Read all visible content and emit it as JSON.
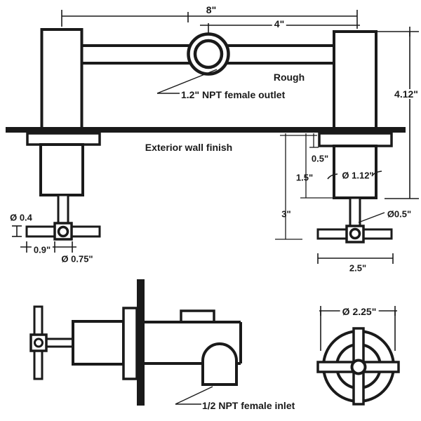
{
  "drawing": {
    "colors": {
      "ink": "#1a1a1a",
      "background": "#ffffff"
    },
    "top_view": {
      "dims": {
        "width_8": "8\"",
        "width_4": "4\"",
        "height_4_12": "4.12\"",
        "depth_0_5": "0.5\"",
        "depth_1_5": "1.5\"",
        "depth_3": "3\"",
        "dia_1_12": "Ø 1.12\"",
        "dia_0_5": "Ø0.5\"",
        "width_2_5": "2.5\"",
        "dia_0_4": "Ø 0.4",
        "width_0_9": "0.9\"",
        "dia_0_75": "Ø 0.75\""
      },
      "notes": {
        "rough": "Rough",
        "outlet": "1.2\" NPT female outlet",
        "wall": "Exterior wall finish"
      }
    },
    "side_view": {
      "notes": {
        "inlet": "1/2 NPT female inlet"
      }
    },
    "front_view": {
      "dims": {
        "dia_2_25": "Ø 2.25\""
      }
    }
  }
}
